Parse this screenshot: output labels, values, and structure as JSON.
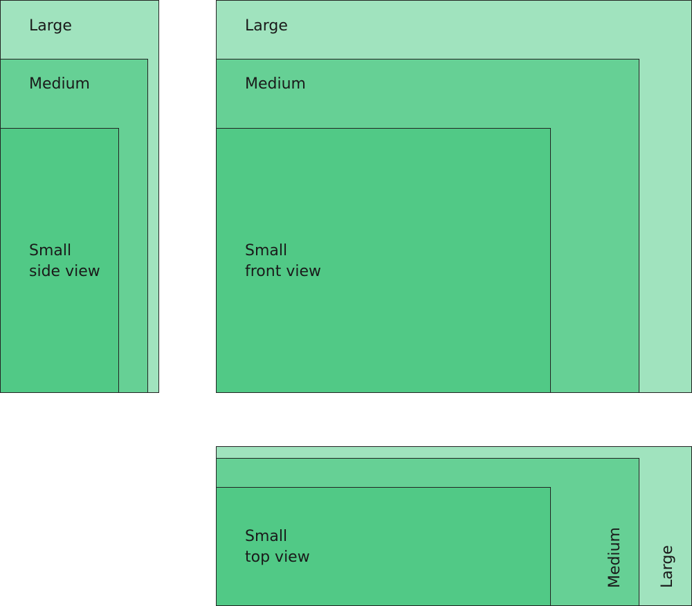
{
  "colors": {
    "large": "#a0e3be",
    "medium": "#66d095",
    "small": "#51c986",
    "outline": "#222222"
  },
  "side_view": {
    "large_label": "Large",
    "medium_label": "Medium",
    "small_label": "Small\nside view"
  },
  "front_view": {
    "large_label": "Large",
    "medium_label": "Medium",
    "small_label": "Small\nfront view"
  },
  "top_view": {
    "small_label": "Small\ntop view",
    "medium_label": "Medium",
    "large_label": "Large"
  }
}
